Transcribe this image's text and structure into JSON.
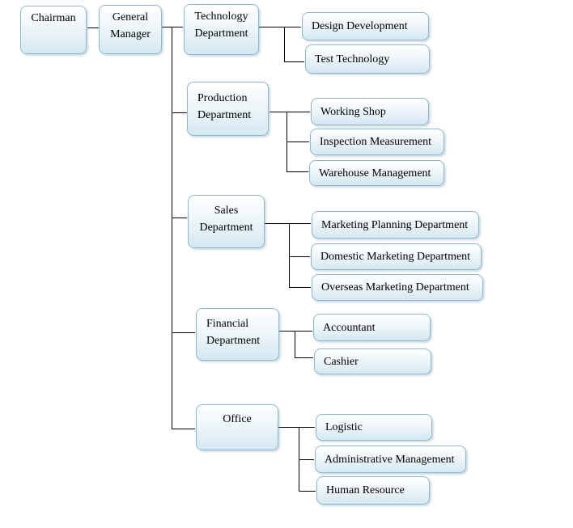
{
  "org": {
    "chairman": "Chairman",
    "gm": {
      "line1": "General",
      "line2": "Manager"
    },
    "departments": [
      {
        "line1": "Technology",
        "line2": "Department",
        "children": [
          "Design Development",
          "Test Technology"
        ]
      },
      {
        "line1": "Production",
        "line2": "Department",
        "children": [
          "Working Shop",
          "Inspection Measurement",
          "Warehouse Management"
        ]
      },
      {
        "line1": "Sales",
        "line2": "Department",
        "children": [
          "Marketing Planning Department",
          "Domestic Marketing Department",
          "Overseas Marketing Department"
        ]
      },
      {
        "line1": "Financial",
        "line2": "Department",
        "children": [
          "Accountant",
          "Cashier"
        ]
      },
      {
        "line1": "Office",
        "line2": "",
        "children": [
          "Logistic",
          "Administrative Management",
          "Human Resource"
        ]
      }
    ]
  },
  "colors": {
    "box_border": "#8fb8cc",
    "box_fill_top": "#ffffff",
    "box_fill_bottom": "#d5e8f1",
    "connector": "#000000"
  }
}
